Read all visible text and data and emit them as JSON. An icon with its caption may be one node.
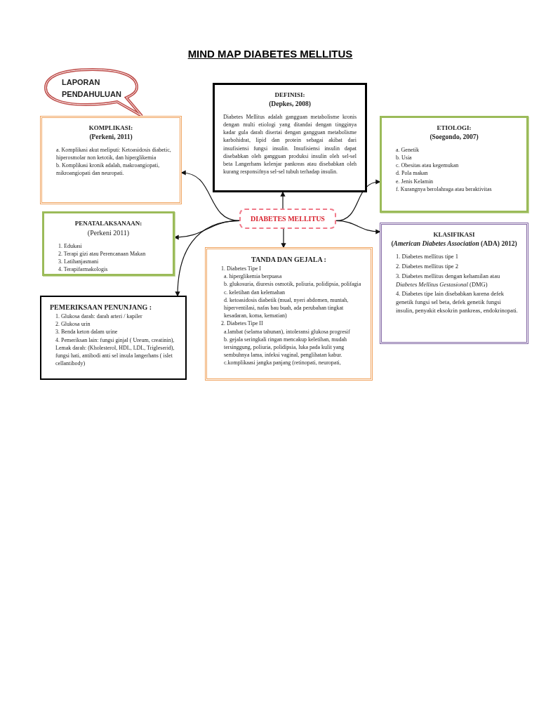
{
  "diagram": {
    "title": "MIND MAP DIABETES MELLITUS",
    "nodes": [
      {
        "text": [
          "LAPORAN PENDAHULUAN"
        ]
      },
      {
        "text": [
          "KOMPLIKASI:",
          "(Perkeni, 2011)",
          "a. Komplikasi akut meliputi: Ketoasidosis diabetic, hiperosmolar non ketotik, dan hiperglikemia",
          "b. Komplikasi kronik adalah, makroangiopati, mikroangiopati dan neuropati."
        ]
      },
      {
        "text": [
          "DEFINISI:",
          "(Depkes, 2008)",
          "Diabetes Mellitus adalah gangguan metabolisme kronis dengan multi etiologi yang ditandai dengan tingginya kadar gula darah disertai dengan gangguan metabolisme karbohidrat, lipid dan protein sebagai akibat dari insufisiensi fungsi insulin. Insufisiensi insulin dapat disebabkan oleh gangguan produksi insulin oleh sel-sel beta Langerhans kelenjar pankreas atau disebabkan oleh kurang responsifnya sel-sel tubuh terhadap insulin."
        ]
      },
      {
        "text": [
          "ETIOLOGI:",
          "(Soegondo, 2007)",
          "a. Genetik",
          "b. Usia",
          "c. Obesitas atau kegemukan",
          "d. Pola makan",
          "e. Jenis Kelamin",
          "f. Kurangnya berolahraga atau beraktivitas"
        ]
      },
      {
        "text": [
          "DIABETES MELLITUS"
        ]
      },
      {
        "text": [
          "PENATALAKSANAAN:",
          "(Perkeni 2011)",
          "1. Edukasi",
          "2. Terapi gizi atau Perencanaan Makan",
          "3. Latihanjasmani",
          "4. Terapifarmakologis"
        ]
      },
      {
        "text": [
          "KLASIFIKASI",
          "(*American Diabetes Association* (ADA) 2012)",
          "1. Diabetes mellitus tipe 1",
          "2. Diabetes mellitus tipe 2",
          "3. Diabetes mellitus dengan kehamilan atau *Diabetes Mellitus Gestasional* (DMG)",
          "4. Diabetes tipe lain disebabkan karena defek genetik fungsi sel beta, defek genetik fungsi insulin, penyakit eksokrin pankreas, endokrinopati."
        ]
      },
      {
        "text": [
          "TANDA DAN GEJALA :",
          "1. Diabetes Tipe I",
          "a. hiperglikemia berpuasa",
          "b. glukosuria, diuresis osmotik, poliuria, polidipsia, polifagia",
          "c. keletihan dan kelemahan",
          "d. ketoasidosis diabetik (mual, nyeri abdomen, muntah, hiperventilasi, nafas bau buah, ada perubahan tingkat kesadaran, koma, kematian)",
          "2. Diabetes Tipe II",
          "a.lambat (selama tahunan), intoleransi glukosa progresif",
          "b. gejala seringkali ringan mencakup keletihan, mudah tersinggung, poliuria, polidipsia, luka pada kulit yang sembuhnya lama, infeksi vaginal, penglihatan kabur.",
          "c.komplikaasi jangka panjang (retinopati, neuropati,"
        ]
      },
      {
        "text": [
          "PEMERIKSAAN PENUNJANG :",
          "1. Glukosa darah: darah arteri / kapiler",
          "2. Glukosa urin",
          "3. Benda keton dalam urine",
          "4. Pemeriksan lain: fungsi ginjal ( Ureum, creatinin), Lemak darah: (Kholesterol, HDL, LDL, Trigleserid), fungsi hati, antibodi anti sel insula langerhans ( islet cellantibody)"
        ]
      }
    ],
    "edges": [
      {
        "from": 4,
        "to": 1,
        "arrow": "to"
      },
      {
        "from": 4,
        "to": 2,
        "arrow": "to"
      },
      {
        "from": 4,
        "to": 3,
        "arrow": "to"
      },
      {
        "from": 4,
        "to": 5,
        "arrow": "to"
      },
      {
        "from": 4,
        "to": 6,
        "arrow": "to"
      },
      {
        "from": 4,
        "to": 7,
        "arrow": "to"
      },
      {
        "from": 4,
        "to": 8,
        "arrow": "to"
      }
    ]
  }
}
